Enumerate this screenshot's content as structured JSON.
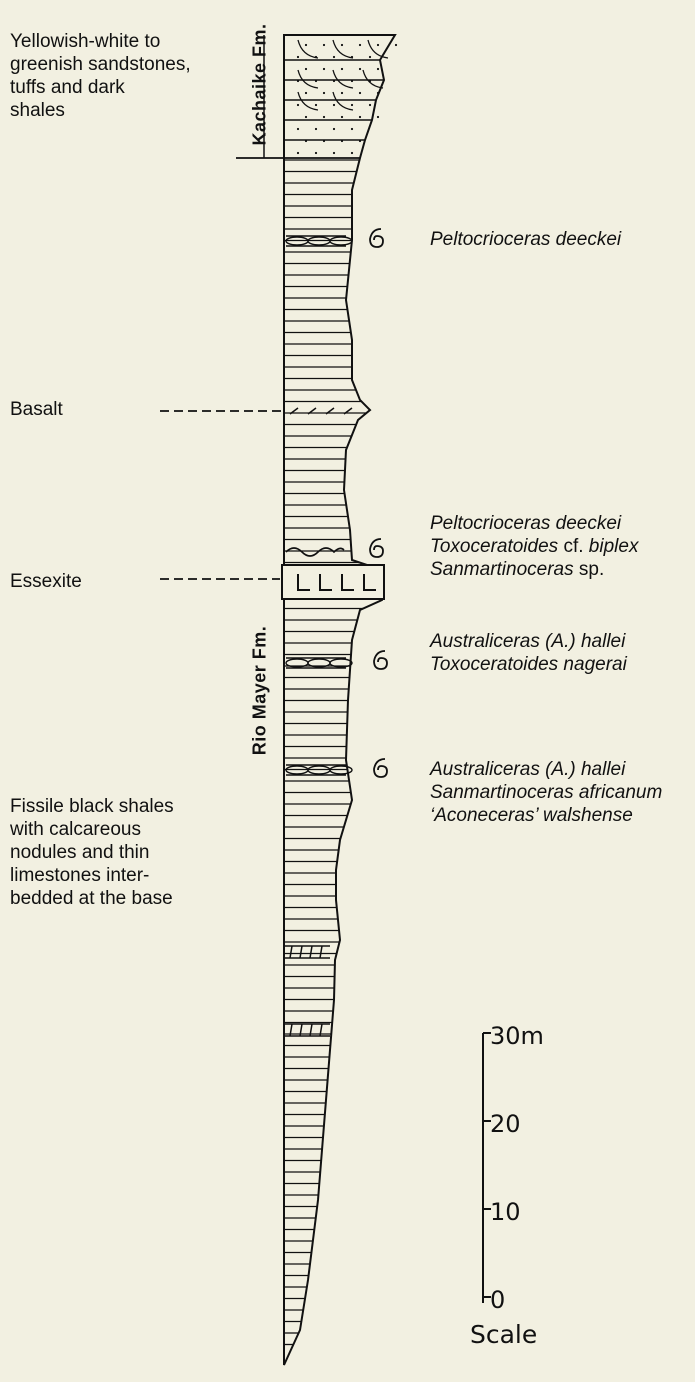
{
  "formations": {
    "kachaike": "Kachaike Fm.",
    "rio_mayer": "Rio Mayer Fm."
  },
  "descriptions": {
    "kachaike": [
      "Yellowish-white to",
      "greenish sandstones,",
      "tuffs and dark",
      "shales"
    ],
    "basalt": "Basalt",
    "essexite": "Essexite",
    "rio_mayer": [
      "Fissile black shales",
      "with calcareous",
      "nodules and thin",
      "limestones inter-",
      "bedded at the base"
    ]
  },
  "fossils": {
    "level1": [
      {
        "genus": "Peltocrioceras deeckei",
        "rest": ""
      }
    ],
    "level2": [
      {
        "genus": "Peltocrioceras deeckei",
        "rest": ""
      },
      {
        "genus": "Toxoceratoides",
        "rest": " cf. ",
        "genus2": "biplex"
      },
      {
        "genus": "Sanmartinoceras",
        "rest": " sp."
      }
    ],
    "level3": [
      {
        "genus": "Australiceras (A.) hallei",
        "rest": ""
      },
      {
        "genus": "Toxoceratoides nagerai",
        "rest": ""
      }
    ],
    "level4": [
      {
        "genus": "Australiceras (A.) hallei",
        "rest": ""
      },
      {
        "genus": "Sanmartinoceras africanum",
        "rest": ""
      },
      {
        "genus": "‘Aconeceras’ walshense",
        "rest": ""
      }
    ]
  },
  "scale": {
    "ticks": [
      "30m",
      "20",
      "10",
      "0"
    ],
    "title": "Scale"
  },
  "colors": {
    "background": "#f2f0e1",
    "ink": "#111111"
  }
}
